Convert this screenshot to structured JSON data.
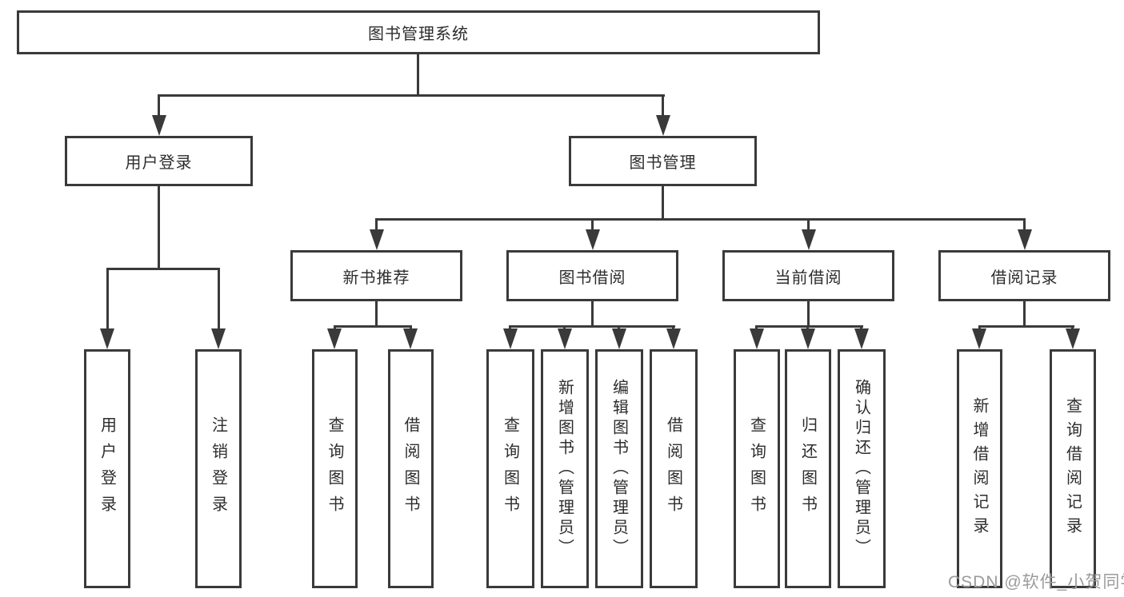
{
  "nodes": {
    "root": {
      "label": "图书管理系统"
    },
    "user_login": {
      "label": "用户登录"
    },
    "book_management": {
      "label": "图书管理"
    },
    "new_book_recommend": {
      "label": "新书推荐"
    },
    "book_borrowing": {
      "label": "图书借阅"
    },
    "current_borrowing": {
      "label": "当前借阅"
    },
    "borrowing_records": {
      "label": "借阅记录"
    },
    "leaf_user_login": {
      "label": "用户登录"
    },
    "leaf_logout": {
      "label": "注销登录"
    },
    "leaf_query_books_recommend": {
      "label": "查询图书"
    },
    "leaf_borrow_books_recommend": {
      "label": "借阅图书"
    },
    "leaf_query_books_borrowing": {
      "label": "查询图书"
    },
    "leaf_add_books_admin": {
      "label": "新增图书（管理员）"
    },
    "leaf_edit_books_admin": {
      "label": "编辑图书（管理员）"
    },
    "leaf_borrow_books_borrowing": {
      "label": "借阅图书"
    },
    "leaf_query_books_current": {
      "label": "查询图书"
    },
    "leaf_return_books": {
      "label": "归还图书"
    },
    "leaf_confirm_return_admin": {
      "label": "确认归还（管理员）"
    },
    "leaf_add_borrow_record": {
      "label": "新增借阅记录"
    },
    "leaf_query_borrow_record": {
      "label": "查询借阅记录"
    }
  },
  "watermark": {
    "text": "CSDN @软件_小贺同学"
  },
  "colors": {
    "line": "#3a3a3a",
    "text": "#2d2d2d",
    "watermark": "#9b9b9b",
    "background": "#ffffff"
  }
}
